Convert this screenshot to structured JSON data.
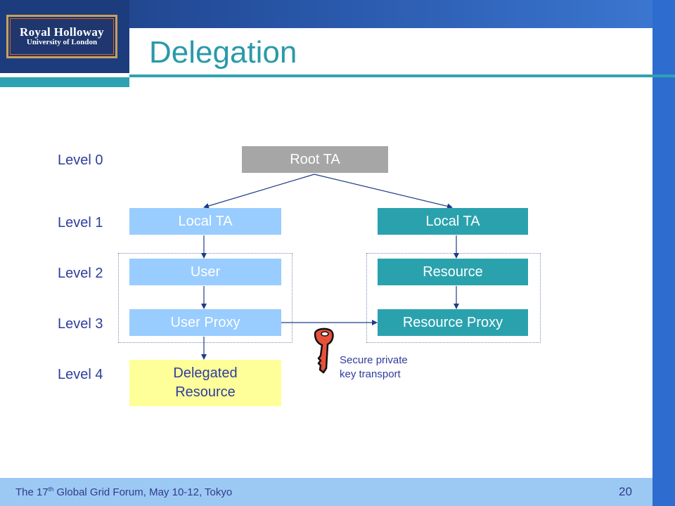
{
  "header": {
    "logo": {
      "line1": "Royal Holloway",
      "line2": "University of London"
    },
    "title": "Delegation"
  },
  "levels": [
    "Level 0",
    "Level 1",
    "Level 2",
    "Level 3",
    "Level 4"
  ],
  "diagram": {
    "root": "Root TA",
    "left": {
      "local_ta": "Local TA",
      "user": "User",
      "user_proxy": "User Proxy",
      "delegated_resource": "Delegated\nResource"
    },
    "right": {
      "local_ta": "Local TA",
      "resource": "Resource",
      "resource_proxy": "Resource Proxy"
    },
    "key_caption": "Secure private\nkey transport"
  },
  "footer": {
    "text_prefix": "The 17",
    "text_sup": "th",
    "text_suffix": " Global Grid Forum, May 10-12, Tokyo",
    "page_number": "20"
  },
  "colors": {
    "title": "#2a9aa8",
    "label": "#2f3d9c",
    "root_box": "#a6a6a6",
    "left_box": "#99ccff",
    "right_box": "#2aa2ae",
    "delegated_box": "#ffff99",
    "key": "#e8503a"
  },
  "icons": {
    "key": "key-icon"
  }
}
